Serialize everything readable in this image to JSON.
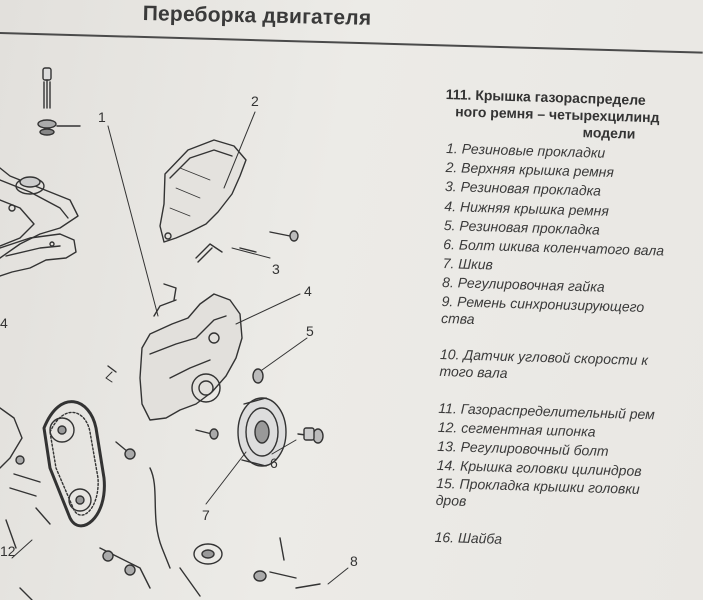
{
  "header": {
    "title": "Переборка двигателя"
  },
  "figure": {
    "caption_lines": [
      "111. Крышка газораспределе",
      "ного ремня – четырехцилинд",
      "модели"
    ],
    "callouts": [
      "1",
      "2",
      "3",
      "4",
      "4",
      "5",
      "6",
      "7",
      "8",
      "12"
    ],
    "legend": [
      "1. Резиновые прокладки",
      "2. Верхняя крышка ремня",
      "3. Резиновая прокладка",
      "4. Нижняя крышка ремня",
      "5. Резиновая прокладка",
      "6. Болт шкива коленчатого вала",
      "7. Шкив",
      "8. Регулировочная гайка",
      {
        "main": "9. Ремень синхронизирующего",
        "cont": "ства"
      },
      {
        "main": "10. Датчик угловой скорости к",
        "cont": "того вала"
      },
      "11. Газораспределительный рем",
      "12. сегментная шпонка",
      "13. Регулировочный болт",
      "14. Крышка головки цилиндров",
      {
        "main": "15. Прокладка крышки головки",
        "cont": "дров"
      },
      "16. Шайба"
    ]
  }
}
